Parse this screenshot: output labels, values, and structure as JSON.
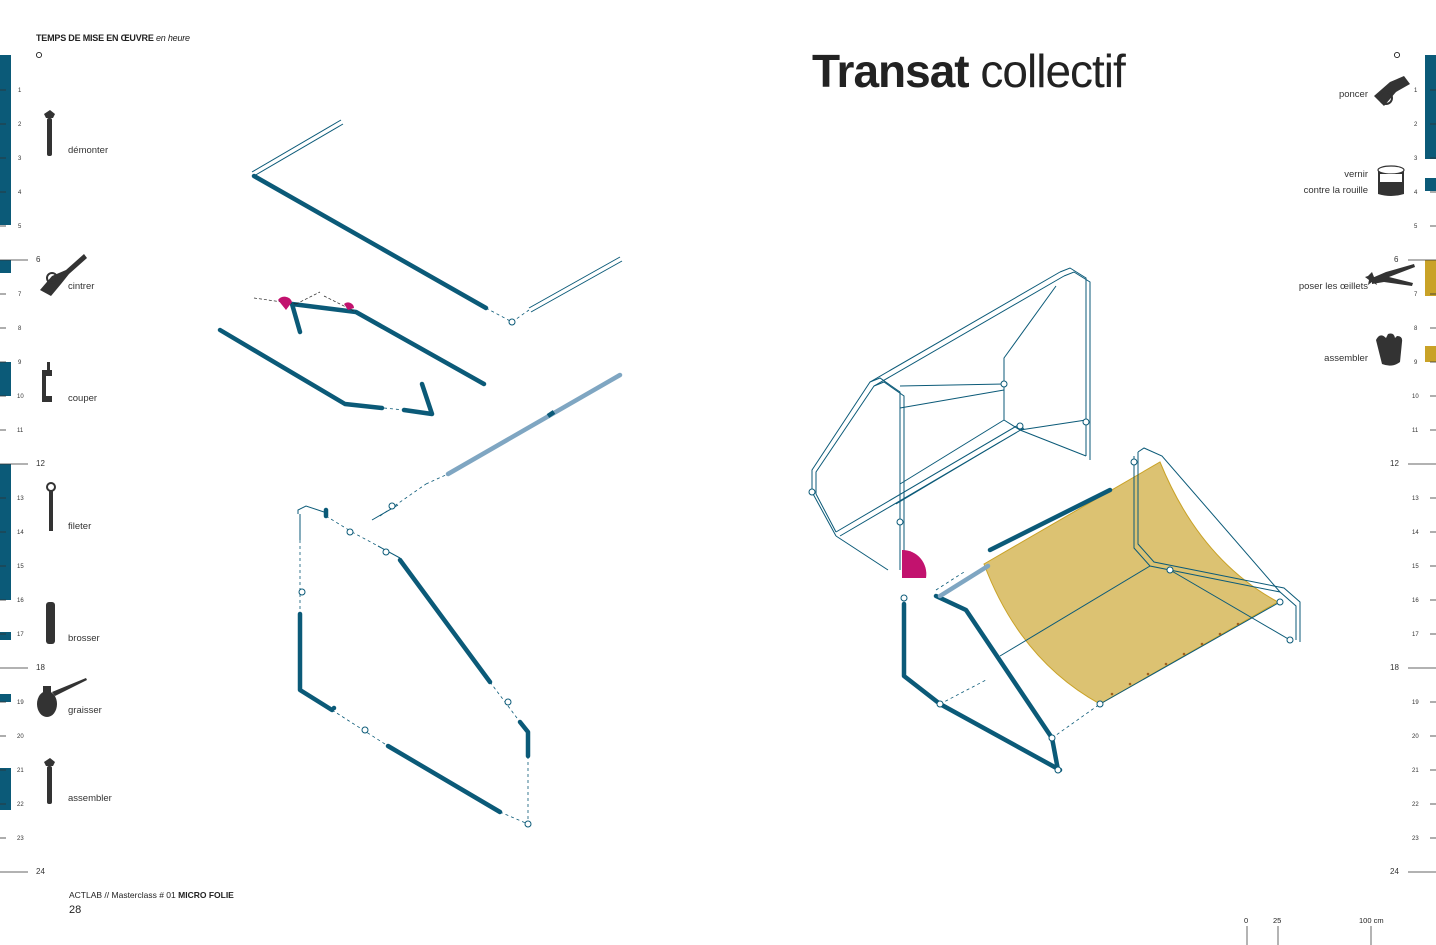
{
  "header": {
    "label": "TEMPS DE MISE EN ŒUVRE",
    "unit": "en heure"
  },
  "title": {
    "bold": "Transat",
    "regular": "collectif"
  },
  "scale_left": {
    "labels": [
      "1",
      "2",
      "3",
      "4",
      "5",
      "6",
      "7",
      "8",
      "9",
      "10",
      "11",
      "12",
      "13",
      "14",
      "15",
      "16",
      "17",
      "18",
      "19",
      "20",
      "21",
      "22",
      "23",
      "24"
    ]
  },
  "left_tasks": [
    {
      "name": "démonter"
    },
    {
      "name": "cintrer"
    },
    {
      "name": "couper"
    },
    {
      "name": "fileter"
    },
    {
      "name": "brosser"
    },
    {
      "name": "graisser"
    },
    {
      "name": "assembler"
    }
  ],
  "right_tasks": [
    {
      "name": "poncer"
    },
    {
      "name_line1": "vernir",
      "name_line2": "contre la rouille"
    },
    {
      "name": "poser les œillets"
    },
    {
      "name": "assembler"
    }
  ],
  "footer": {
    "text": "ACTLAB // Masterclass # 01 ",
    "bold": "MICRO FOLIE",
    "page": "28"
  },
  "scale_bar": {
    "labels": [
      "0",
      "25",
      "100 cm"
    ]
  },
  "colors": {
    "blue": "#0b5a78",
    "yellow": "#c9a227",
    "magenta": "#c2126e",
    "tube": "#0b5a78"
  }
}
